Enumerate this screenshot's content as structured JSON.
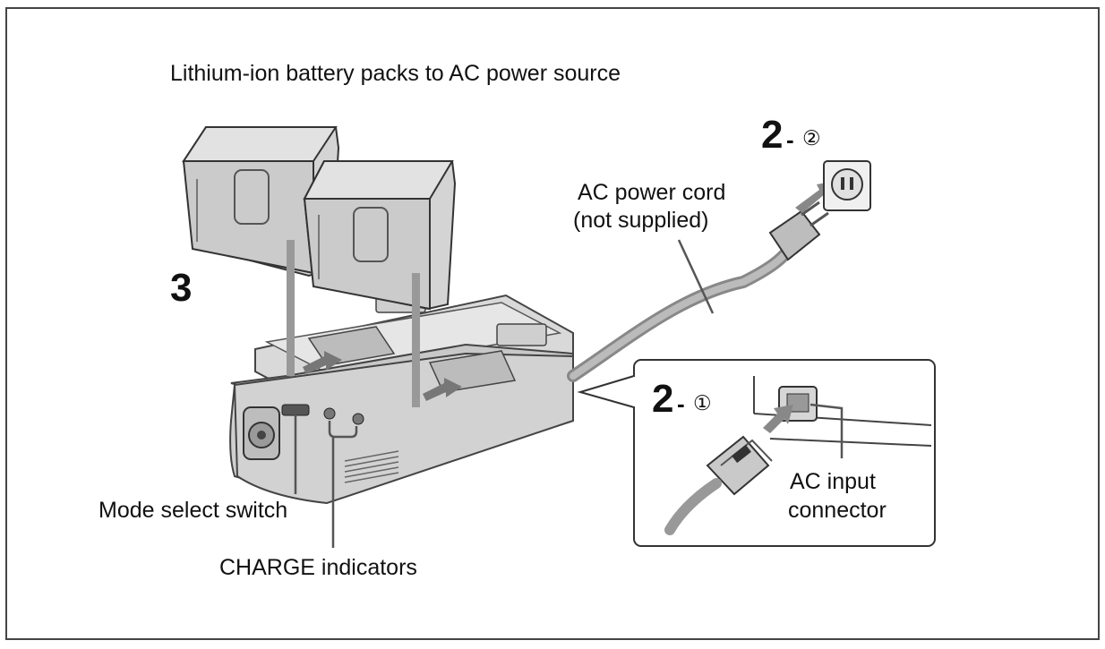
{
  "title": "Lithium-ion battery packs to AC power source",
  "labels": {
    "power_cord_line1": "AC power cord",
    "power_cord_line2": "(not supplied)",
    "mode_switch": "Mode select switch",
    "charge_indicators": "CHARGE indicators",
    "ac_input_line1": "AC input",
    "ac_input_line2": "connector"
  },
  "steps": {
    "step3": "3",
    "step2_number": "2",
    "step2_sep": "-",
    "step2_circle_1": "①",
    "step2_circle_2": "②"
  },
  "icons": [
    "battery-pack-icon",
    "charger-icon",
    "wall-outlet-icon",
    "ac-plug-icon",
    "ac-inlet-plug-icon"
  ]
}
